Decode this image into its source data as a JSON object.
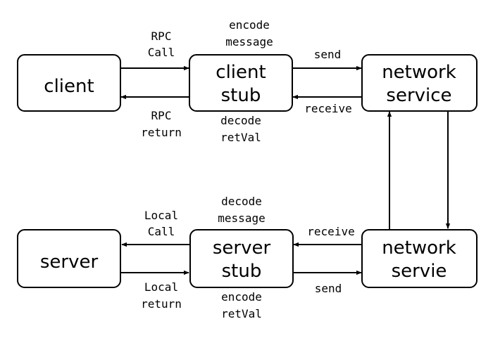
{
  "nodes": {
    "client": {
      "lines": [
        "client"
      ]
    },
    "client_stub": {
      "lines": [
        "client",
        "stub"
      ]
    },
    "network_service": {
      "lines": [
        "network",
        "service"
      ]
    },
    "server": {
      "lines": [
        "server"
      ]
    },
    "server_stub": {
      "lines": [
        "server",
        "stub"
      ]
    },
    "network_servie": {
      "lines": [
        "network",
        "servie"
      ]
    }
  },
  "labels": {
    "rpc_call": [
      "RPC",
      "Call"
    ],
    "rpc_return": [
      "RPC",
      "return"
    ],
    "encode_message": [
      "encode",
      "message"
    ],
    "decode_retval": [
      "decode",
      "retVal"
    ],
    "send_top": [
      "send"
    ],
    "receive_top": [
      "receive"
    ],
    "decode_message": [
      "decode",
      "message"
    ],
    "encode_retval": [
      "encode",
      "retVal"
    ],
    "local_call": [
      "Local",
      "Call"
    ],
    "local_return": [
      "Local",
      "return"
    ],
    "receive_bottom": [
      "receive"
    ],
    "send_bottom": [
      "send"
    ]
  },
  "colors": {
    "stroke": "#000000",
    "background": "#ffffff"
  }
}
